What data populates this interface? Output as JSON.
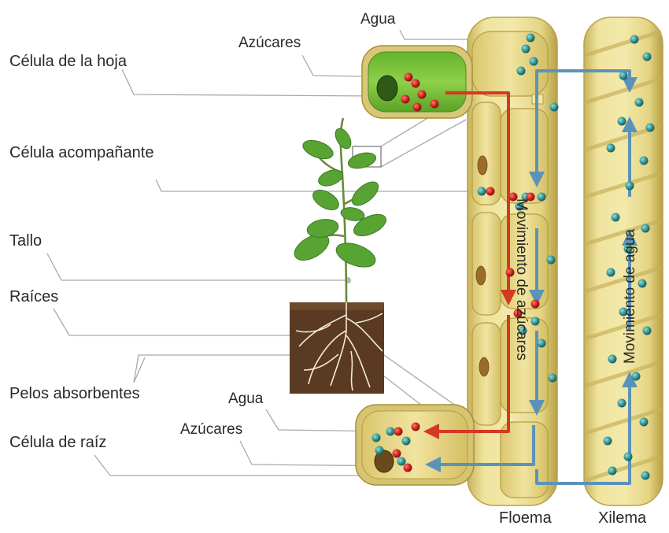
{
  "labels": {
    "leaf_cell": "Célula de la hoja",
    "companion_cell": "Célula acompañante",
    "stem": "Tallo",
    "roots": "Raíces",
    "root_hairs": "Pelos absorbentes",
    "root_cell": "Célula de raíz",
    "water_top": "Agua",
    "sugars_top": "Azúcares",
    "water_bottom": "Agua",
    "sugars_bottom": "Azúcares",
    "phloem": "Floema",
    "xylem": "Xilema",
    "sugar_movement": "Movimiento de azúcares",
    "water_movement": "Movimiento de agua"
  },
  "colors": {
    "sugar_particle": "#c8201c",
    "water_particle": "#2f8f8c",
    "sugar_arrow": "#d23a22",
    "water_arrow": "#5b93b8",
    "tube_fill": "#e6d98a",
    "tube_edge": "#b9a24a",
    "leaf_green": "#7cc23a",
    "soil": "#5a3a22"
  }
}
